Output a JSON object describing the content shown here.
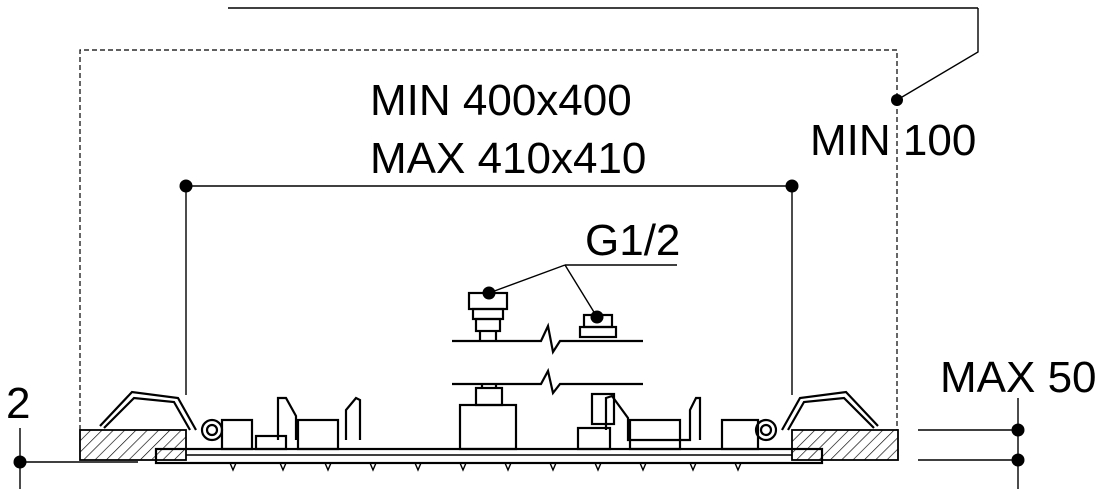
{
  "labels": {
    "top_cut_text": "",
    "opening_min": "MIN 400x400",
    "opening_max": "MAX 410x410",
    "depth_min": "MIN 100",
    "thread": "G1/2",
    "thickness_max": "MAX 50",
    "gap": "2"
  }
}
